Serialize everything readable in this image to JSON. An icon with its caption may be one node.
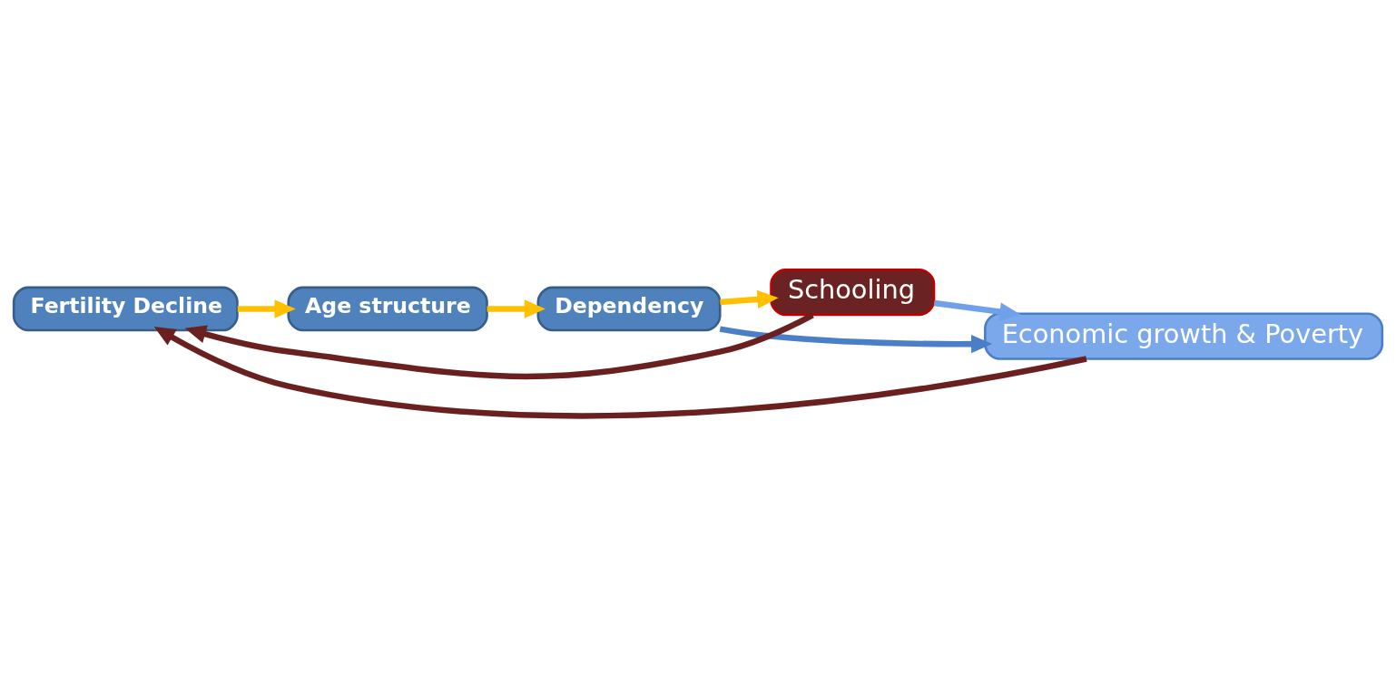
{
  "diagram": {
    "nodes": [
      {
        "text": [
          "Fertility Decline"
        ]
      },
      {
        "text": [
          "Age structure"
        ]
      },
      {
        "text": [
          "Dependency"
        ]
      },
      {
        "text": [
          "Schooling"
        ]
      },
      {
        "text": [
          "Economic growth & Poverty"
        ]
      }
    ],
    "edges": [
      {
        "from": 0,
        "to": 1,
        "arrow": "to",
        "color": "#ffc000"
      },
      {
        "from": 1,
        "to": 2,
        "arrow": "to",
        "color": "#ffc000"
      },
      {
        "from": 2,
        "to": 3,
        "arrow": "to",
        "color": "#ffc000"
      },
      {
        "from": 3,
        "to": 4,
        "arrow": "to",
        "color": "#6fa0e8"
      },
      {
        "from": 2,
        "to": 4,
        "arrow": "to",
        "color": "#4a7fc8"
      },
      {
        "from": 4,
        "to": 0,
        "arrow": "to",
        "color": "#6b2020"
      },
      {
        "from": 3,
        "to": 0,
        "arrow": "to",
        "color": "#6b2020"
      }
    ]
  }
}
